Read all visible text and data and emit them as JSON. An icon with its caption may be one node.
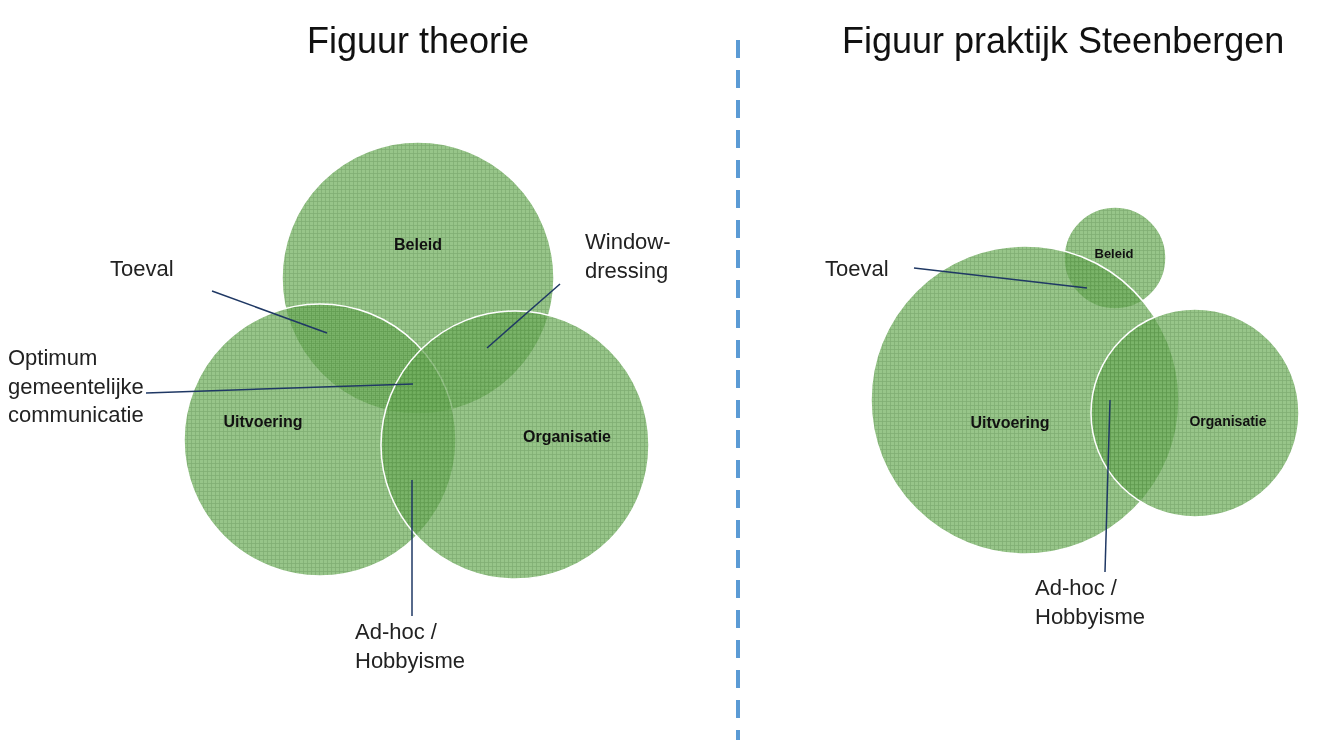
{
  "diagram": {
    "nodes": [
      {
        "text": [
          "Beleid"
        ]
      },
      {
        "text": [
          "Uitvoering"
        ]
      },
      {
        "text": [
          "Organisatie"
        ]
      },
      {
        "text": [
          "Toeval"
        ]
      },
      {
        "text": [
          "Window-dressing"
        ]
      },
      {
        "text": [
          "Optimum gemeentelijke communicatie"
        ]
      },
      {
        "text": [
          "Ad-hoc / Hobbyisme"
        ]
      },
      {
        "text": [
          "Beleid"
        ]
      },
      {
        "text": [
          "Uitvoering"
        ]
      },
      {
        "text": [
          "Organisatie"
        ]
      },
      {
        "text": [
          "Toeval"
        ]
      },
      {
        "text": [
          "Ad-hoc / Hobbyisme"
        ]
      }
    ],
    "edges": [
      {
        "from": 3,
        "to": 0,
        "arrow": "none"
      },
      {
        "from": 4,
        "to": 2,
        "arrow": "none"
      },
      {
        "from": 5,
        "to": 2,
        "arrow": "none"
      },
      {
        "from": 6,
        "to": 2,
        "arrow": "none"
      },
      {
        "from": 10,
        "to": 7,
        "arrow": "none"
      },
      {
        "from": 11,
        "to": 9,
        "arrow": "none"
      }
    ],
    "labels": [
      "Figuur theorie",
      "Figuur praktijk Steenbergen"
    ]
  }
}
